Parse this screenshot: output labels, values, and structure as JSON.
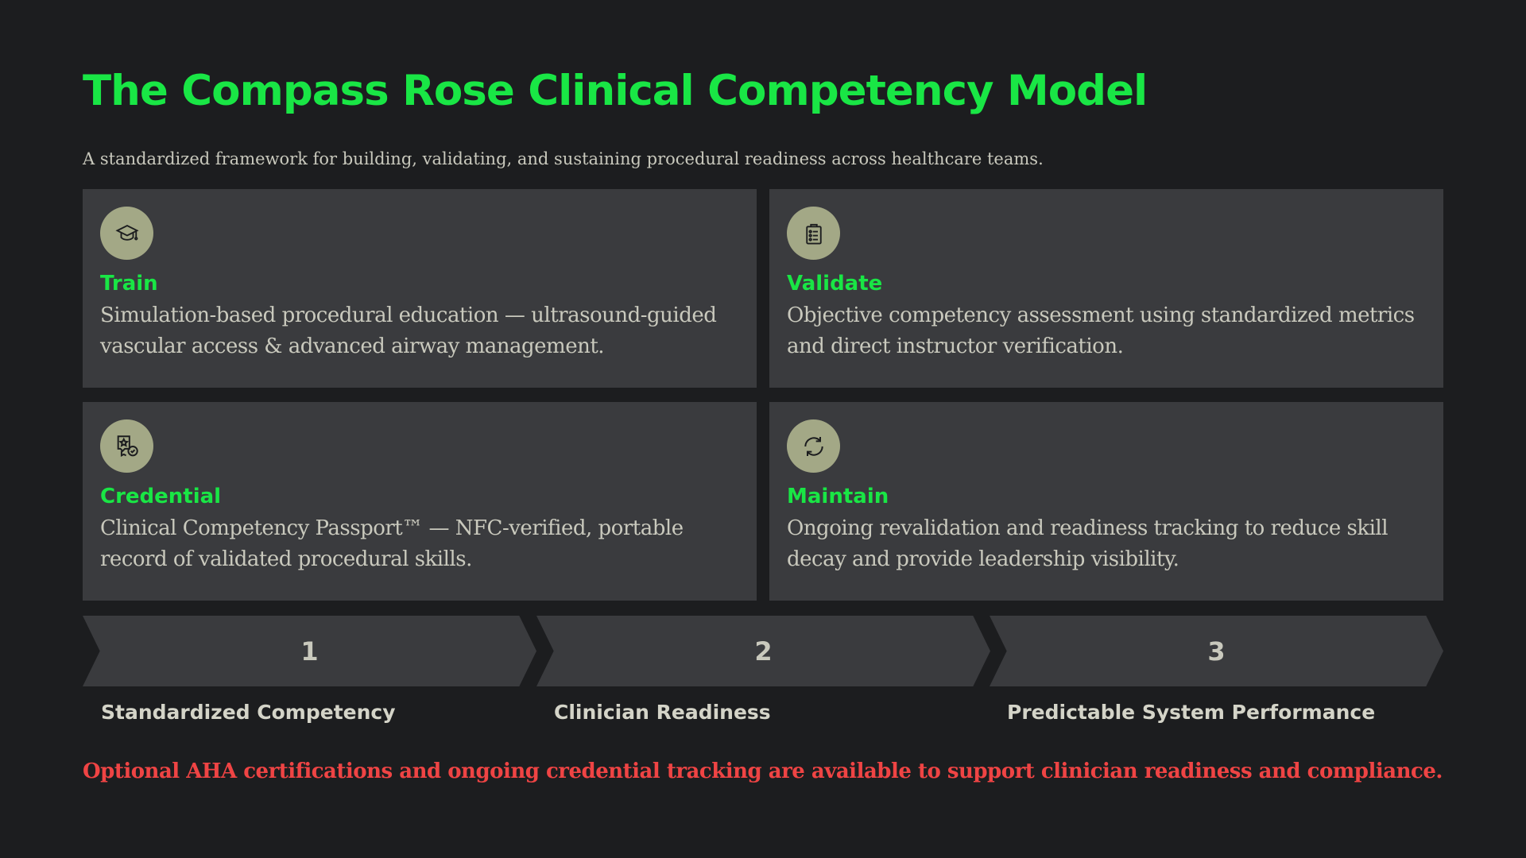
{
  "title": "The Compass Rose Clinical Competency Model",
  "subtitle": "A standardized framework for building, validating, and sustaining procedural readiness across healthcare teams.",
  "cards": [
    {
      "icon": "graduation-cap-icon",
      "heading": "Train",
      "body": "Simulation-based procedural education — ultrasound-guided vascular access & advanced airway management."
    },
    {
      "icon": "clipboard-list-icon",
      "heading": "Validate",
      "body": "Objective competency assessment using standardized metrics and direct instructor verification."
    },
    {
      "icon": "certificate-check-icon",
      "heading": "Credential",
      "body": "Clinical Competency Passport™ — NFC-verified, portable record of validated procedural skills."
    },
    {
      "icon": "refresh-cycle-icon",
      "heading": "Maintain",
      "body": "Ongoing revalidation and readiness tracking to reduce skill decay and provide leadership visibility."
    }
  ],
  "steps": [
    {
      "number": "1",
      "label": "Standardized Competency"
    },
    {
      "number": "2",
      "label": "Clinician Readiness"
    },
    {
      "number": "3",
      "label": "Predictable System Performance"
    }
  ],
  "footer": "Optional AHA certifications and ongoing credential tracking are available to support clinician readiness and compliance.",
  "colors": {
    "background": "#1c1d1f",
    "card": "#3a3b3e",
    "accent": "#19e645",
    "footer": "#ef4444",
    "icon_bg": "#a3a886"
  }
}
